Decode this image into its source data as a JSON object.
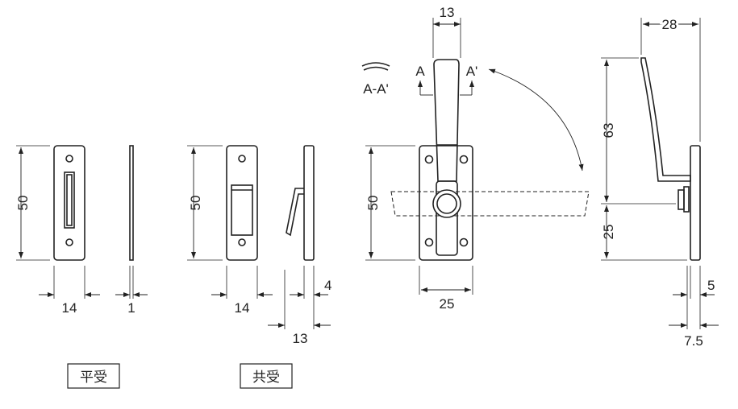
{
  "labels": {
    "flat_receiver": "平受",
    "common_receiver": "共受",
    "section": "A-A'",
    "section_a": "A",
    "section_a_prime": "A'"
  },
  "dimensions": {
    "flat_height": "50",
    "flat_width": "14",
    "flat_thickness": "1",
    "common_height": "50",
    "common_width": "14",
    "common_offset": "4",
    "common_depth": "13",
    "handle_width": "13",
    "base_height": "50",
    "base_width": "25",
    "side_depth": "28",
    "lever_length": "63",
    "lower_length": "25",
    "side_thickness": "5",
    "side_total": "7.5"
  }
}
